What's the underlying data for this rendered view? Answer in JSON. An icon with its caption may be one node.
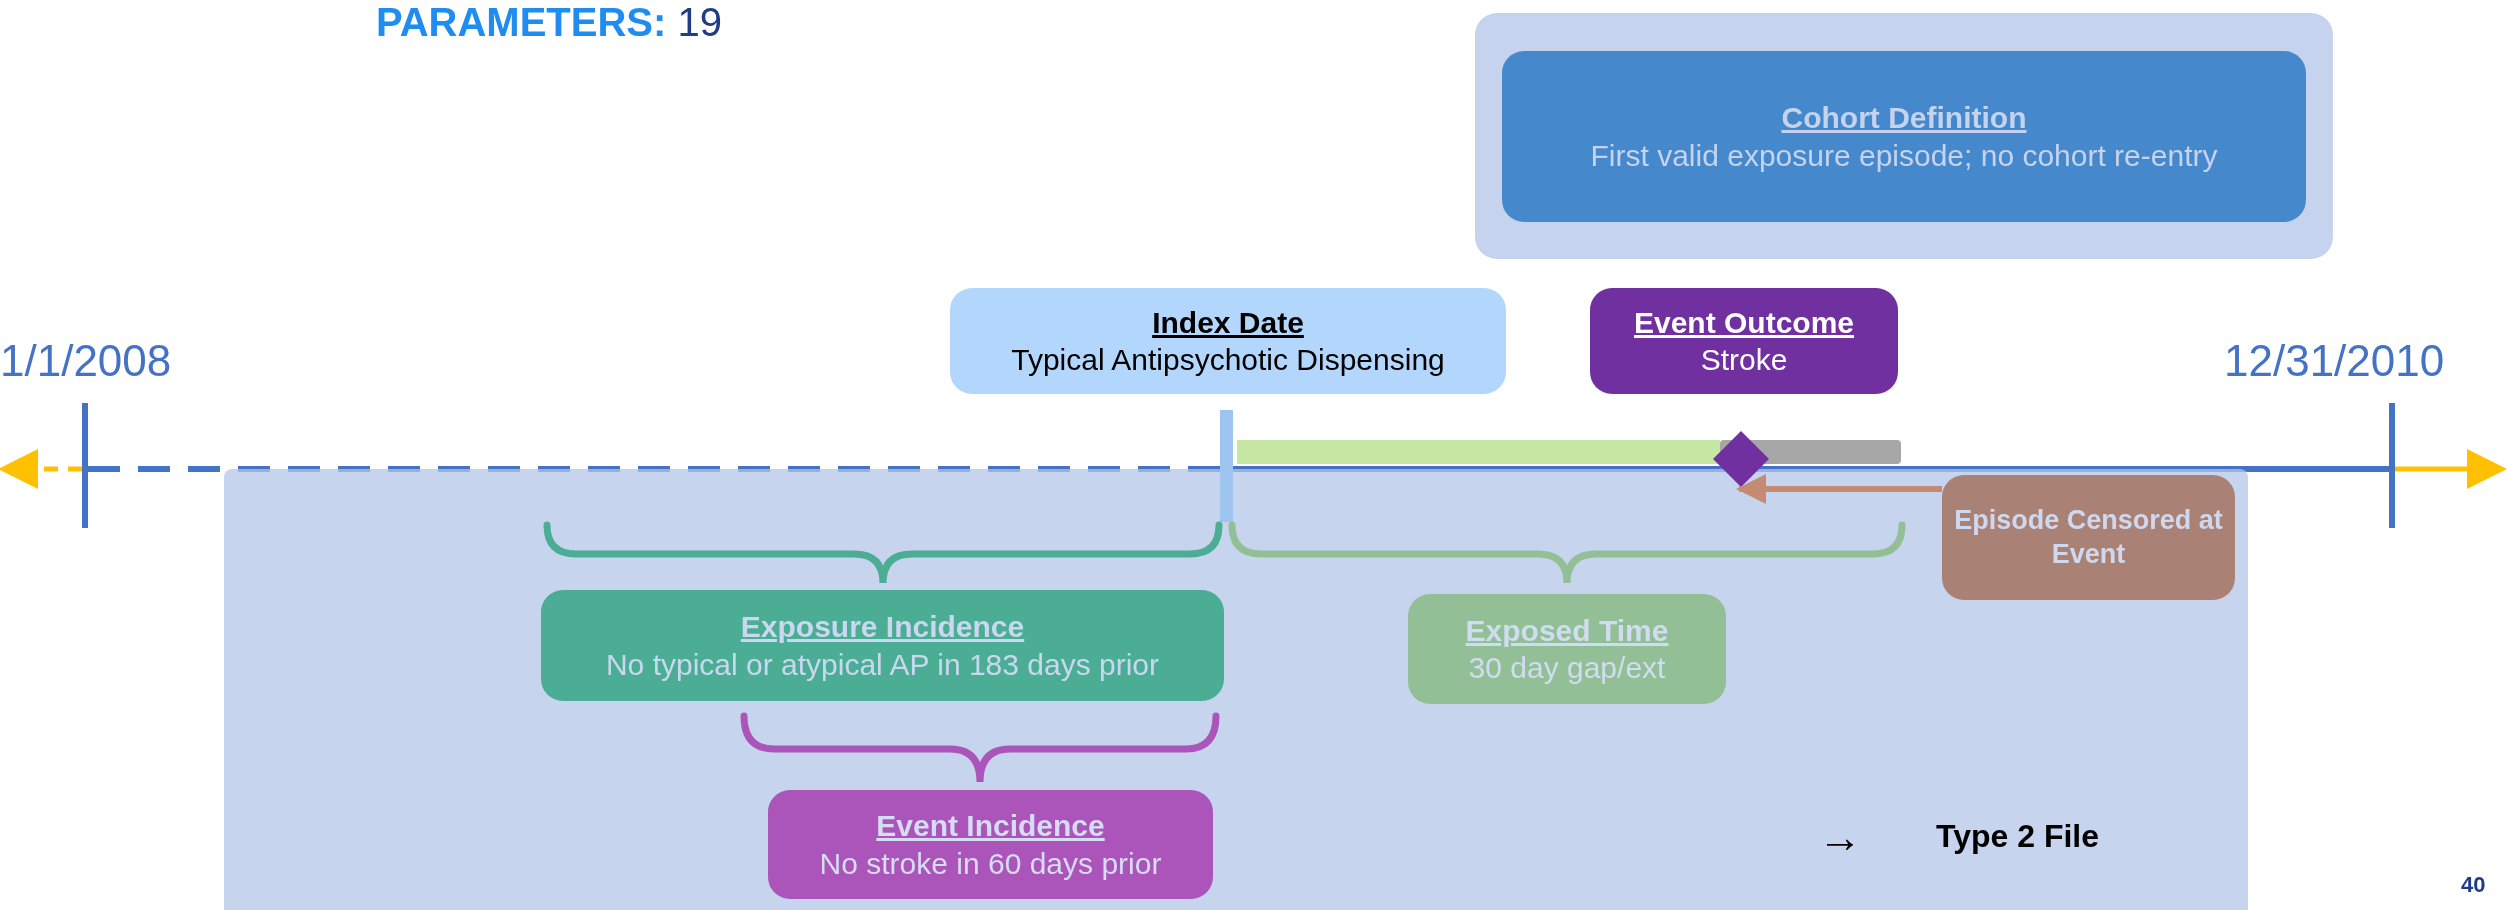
{
  "diagram": {
    "title": "**PARAMETERS:** 19",
    "nodes": [
      {
        "text": [],
        "shape": "box"
      },
      {
        "text": [
          "Cohort Definition",
          "First valid exposure episode; no cohort re-entry"
        ],
        "in": 0
      },
      {
        "text": [
          "Index Date",
          "Typical Antipsychotic Dispensing"
        ]
      },
      {
        "text": [
          "Event Outcome",
          "Stroke"
        ]
      },
      {
        "text": [],
        "shape": "diamond"
      },
      {
        "text": [],
        "shape": "box"
      },
      {
        "text": [
          "Episode Censored at Event"
        ],
        "in": 5
      },
      {
        "text": [
          "Exposure Incidence",
          "No typical or atypical AP in 183 days prior"
        ],
        "in": 5
      },
      {
        "text": [
          "Exposed Time",
          "30 day gap/ext"
        ],
        "in": 5
      },
      {
        "text": [
          "Event Incidence",
          "No stroke in 60 days prior"
        ],
        "in": 5
      }
    ],
    "edges": [
      {
        "from": 6,
        "to": 4,
        "arrow": "to"
      }
    ],
    "labels": [
      "1/1/2008",
      "12/31/2010",
      "→",
      "Type 2 File",
      "40"
    ]
  }
}
